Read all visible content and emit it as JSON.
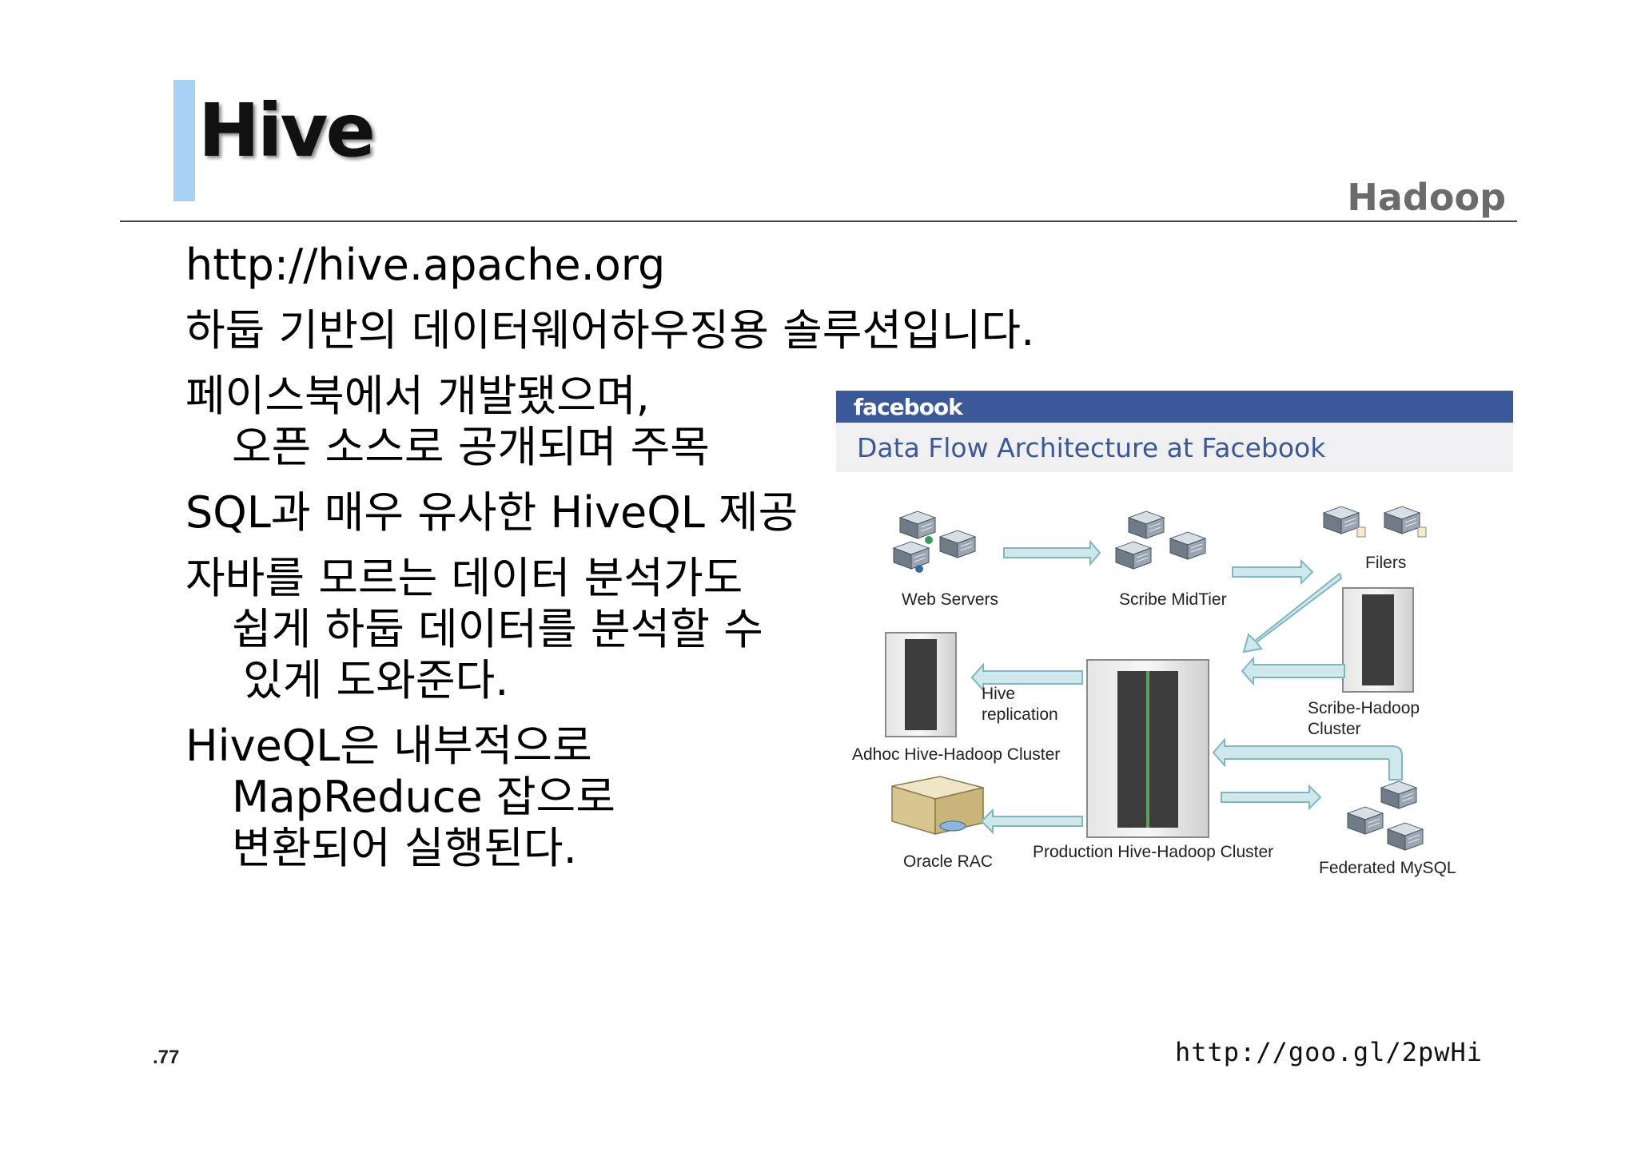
{
  "slide": {
    "title": "Hive",
    "section": "Hadoop",
    "page_number": ".77",
    "footer_link": "http://goo.gl/2pwHi"
  },
  "bullets": [
    {
      "lines": [
        "http://hive.apache.org"
      ]
    },
    {
      "lines": [
        "하둡 기반의 데이터웨어하우징용 솔루션입니다."
      ]
    },
    {
      "lines": [
        "페이스북에서 개발됐으며,",
        "오픈 소스로 공개되며 주목"
      ]
    },
    {
      "lines": [
        "SQL과 매우 유사한 HiveQL 제공"
      ]
    },
    {
      "lines": [
        "자바를 모르는 데이터 분석가도",
        "쉽게 하둡 데이터를 분석할 수",
        "있게 도와준다."
      ]
    },
    {
      "lines": [
        "HiveQL은 내부적으로",
        "MapReduce 잡으로",
        "변환되어 실행된다."
      ]
    }
  ],
  "figure": {
    "brand": "facebook",
    "heading": "Data Flow Architecture at Facebook",
    "labels": {
      "web_servers": "Web Servers",
      "scribe_midtier": "Scribe MidTier",
      "filers": "Filers",
      "hive_replication_1": "Hive",
      "hive_replication_2": "replication",
      "adhoc_cluster": "Adhoc Hive-Hadoop Cluster",
      "scribe_hadoop_1": "Scribe-Hadoop",
      "scribe_hadoop_2": "Cluster",
      "oracle_rac": "Oracle RAC",
      "production_cluster": "Production Hive-Hadoop Cluster",
      "federated_mysql": "Federated MySQL"
    }
  },
  "colors": {
    "title_accent": "#a9d0f5",
    "facebook_blue": "#3b5998",
    "arrow_fill": "#cfe8ec",
    "arrow_stroke": "#7fb6c2"
  }
}
